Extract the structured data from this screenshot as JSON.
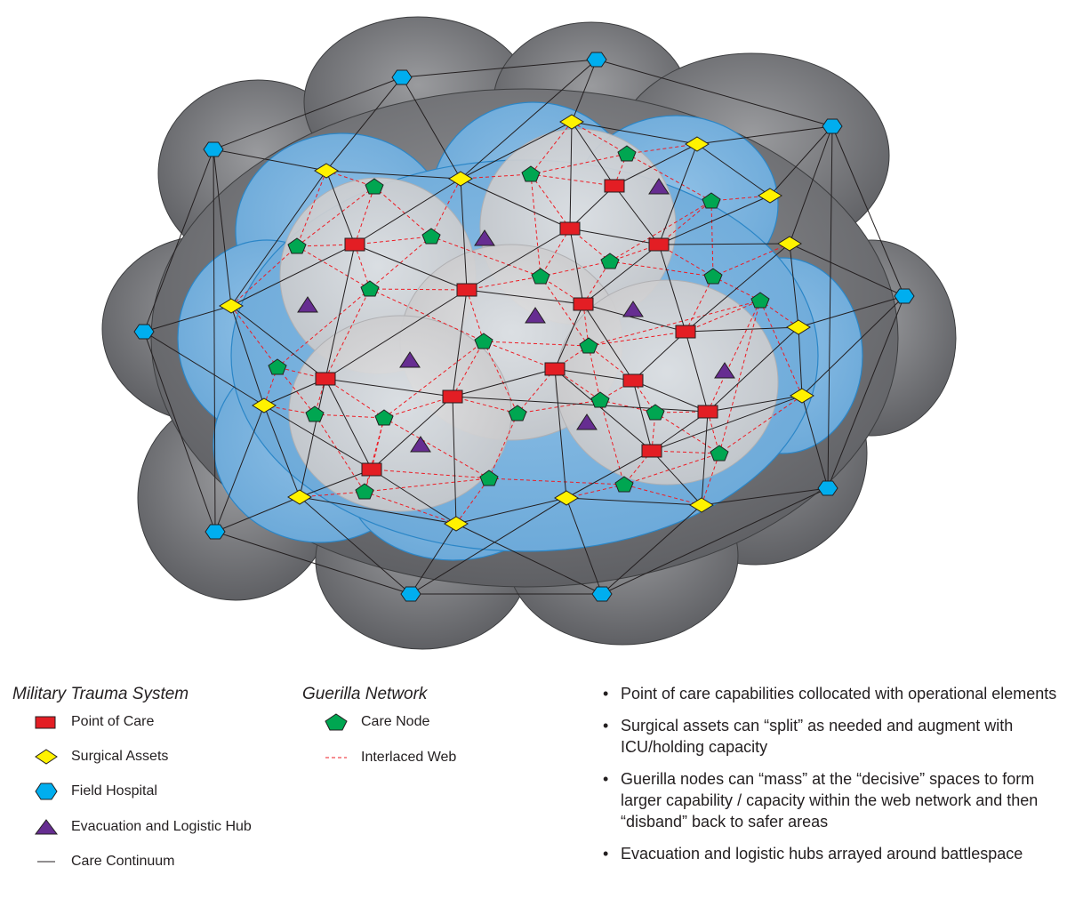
{
  "legend": {
    "military_title": "Military Trauma System",
    "military_items": [
      {
        "label": "Point of Care",
        "icon": "red-rectangle-icon",
        "color": "#e31e24"
      },
      {
        "label": "Surgical Assets",
        "icon": "yellow-diamond-icon",
        "color": "#fff200"
      },
      {
        "label": "Field Hospital",
        "icon": "blue-hexagon-icon",
        "color": "#00aeef"
      },
      {
        "label": "Evacuation and Logistic Hub",
        "icon": "purple-triangle-icon",
        "color": "#662d91"
      },
      {
        "label": "Care Continuum",
        "icon": "black-line-icon",
        "color": "#231f20"
      }
    ],
    "guerilla_title": "Guerilla Network",
    "guerilla_items": [
      {
        "label": "Care Node",
        "icon": "green-pentagon-icon",
        "color": "#00a651"
      },
      {
        "label": "Interlaced Web",
        "icon": "red-dashed-line-icon",
        "color": "#ed1c24"
      }
    ]
  },
  "bullets": [
    "Point of care capabilities collocated with operational elements",
    "Surgical assets can “split” as needed and augment with ICU/holding capacity",
    "Guerilla nodes can “mass” at the “decisive” spaces to form larger capability / capacity within the web network and then “disband” back to safer areas",
    "Evacuation and logistic hubs arrayed around battlespace"
  ],
  "colors": {
    "outer_cloud": "#6d6e71",
    "middle_cloud": "#7ab1dd",
    "inner_cloud": "#d4d4d6",
    "point_of_care": "#e31e24",
    "surgical": "#fff200",
    "field_hospital": "#00aeef",
    "evac_hub": "#662d91",
    "care_node": "#00a651",
    "web_line": "#ed1c24",
    "care_line": "#231f20"
  }
}
